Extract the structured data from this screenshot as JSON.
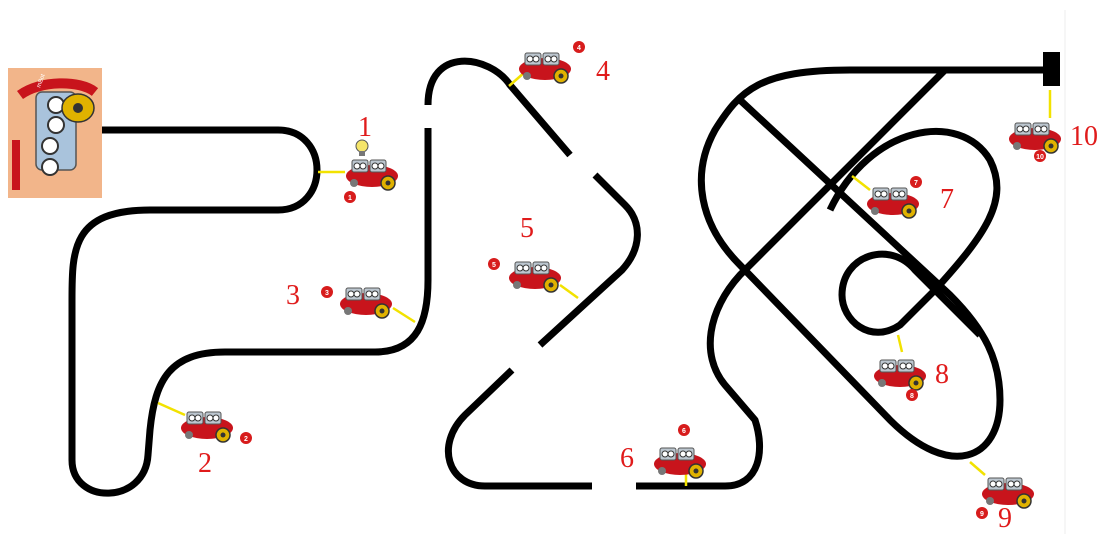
{
  "header": {
    "caption": ""
  },
  "start": {
    "logo_text": "mBot"
  },
  "checkpoints": [
    {
      "label": "1"
    },
    {
      "label": "2"
    },
    {
      "label": "3"
    },
    {
      "label": "4"
    },
    {
      "label": "5"
    },
    {
      "label": "6"
    },
    {
      "label": "7"
    },
    {
      "label": "8"
    },
    {
      "label": "9"
    },
    {
      "label": "10"
    }
  ],
  "colors": {
    "track": "#000000",
    "connector": "#f2e200",
    "number": "#e01b1b",
    "badge": "#d71c1c",
    "car_body": "#c8141c",
    "start_card": "#f2b58a"
  }
}
